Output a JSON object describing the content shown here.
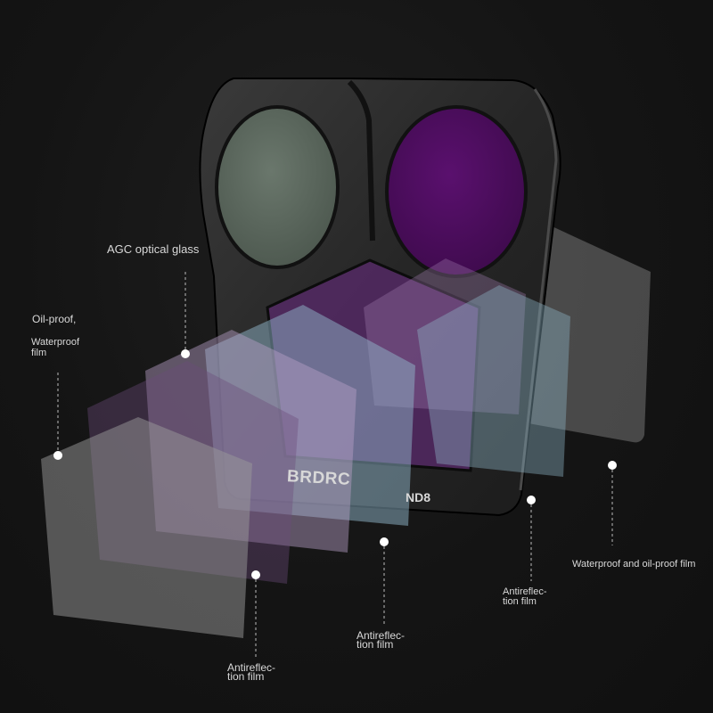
{
  "product": {
    "brand": "BRDRC",
    "filter_code": "ND8"
  },
  "labels": {
    "agc_glass": "AGC optical glass",
    "oil_proof_line1": "Oil-proof,",
    "oil_proof_line2": "Waterproof",
    "oil_proof_line3": "film",
    "antireflection_1_line1": "Antireflec-",
    "antireflection_1_line2": "tion film",
    "antireflection_2_line1": "Antireflec-",
    "antireflection_2_line2": "tion film",
    "antireflection_3_line1": "Antireflec-",
    "antireflection_3_line2": "tion film",
    "waterproof_oilproof": "Waterproof and oil-proof film"
  },
  "colors": {
    "background": "#141414",
    "frame": "#2b2b2b",
    "lens_left": "#566259",
    "lens_right": "#4a0d5a",
    "layer_gray": "#8a8a8a",
    "layer_purple": "#a07ab0",
    "layer_blue": "#8fb6c9",
    "label_text": "#d9d9d9"
  }
}
